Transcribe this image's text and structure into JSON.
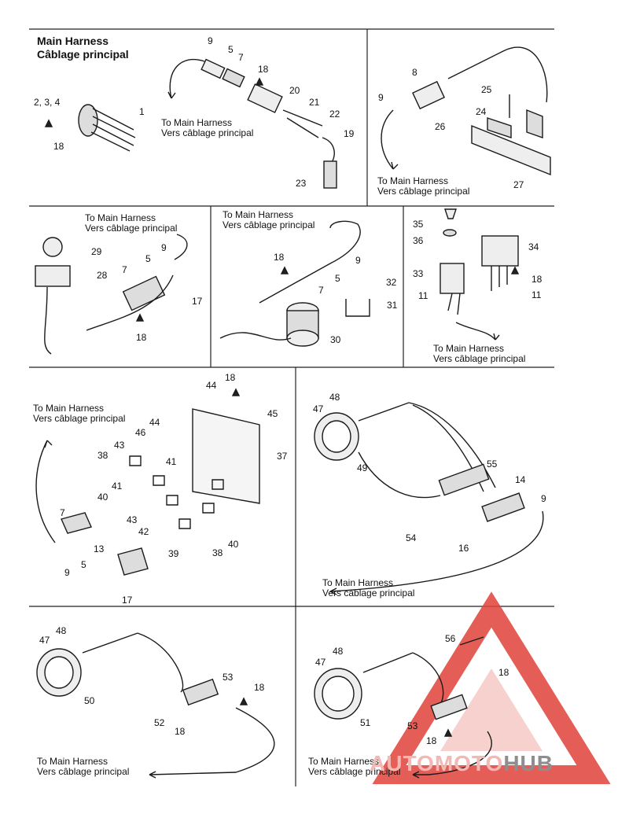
{
  "main_title_en": "Main Harness",
  "main_title_fr": "Câblage principal",
  "to_en": "To Main Harness",
  "to_fr": "Vers câblage principal",
  "parts": {
    "p1": "1",
    "p234": "2, 3, 4",
    "p5": "5",
    "p7": "7",
    "p8": "8",
    "p9": "9",
    "p11": "11",
    "p13": "13",
    "p14": "14",
    "p16": "16",
    "p17": "17",
    "p18": "18",
    "p19": "19",
    "p20": "20",
    "p21": "21",
    "p22": "22",
    "p23": "23",
    "p24": "24",
    "p25": "25",
    "p26": "26",
    "p27": "27",
    "p28": "28",
    "p29": "29",
    "p30": "30",
    "p31": "31",
    "p32": "32",
    "p33": "33",
    "p34": "34",
    "p35": "35",
    "p36": "36",
    "p37": "37",
    "p38": "38",
    "p39": "39",
    "p40": "40",
    "p41": "41",
    "p42": "42",
    "p43": "43",
    "p44": "44",
    "p45": "45",
    "p46": "46",
    "p47": "47",
    "p48": "48",
    "p49": "49",
    "p50": "50",
    "p51": "51",
    "p52": "52",
    "p53": "53",
    "p54": "54",
    "p55": "55",
    "p56": "56"
  },
  "watermark": {
    "part1": "AUTOMOTO",
    "part2": "HUB",
    "color": "#e0423a"
  },
  "colors": {
    "line": "#1a1a1a",
    "watermark_red": "#e0423a",
    "watermark_gray": "#8e8e8e"
  }
}
